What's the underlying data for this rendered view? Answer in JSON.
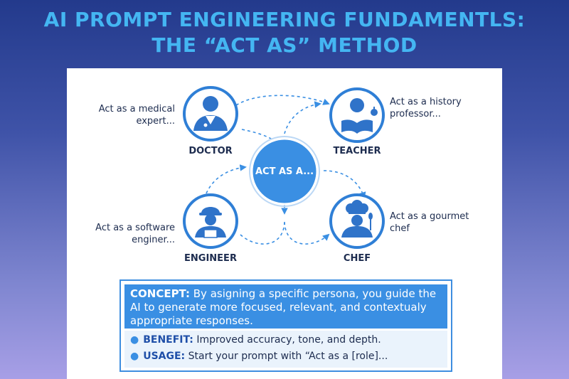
{
  "title": {
    "line1": "AI Prompt Engineering Fundamentls:",
    "line2": "The “Act As” Method"
  },
  "center": {
    "label": "Act as a..."
  },
  "roles": [
    {
      "id": "doctor",
      "label": "Doctor",
      "caption": "Act as a medical expert...",
      "icon": "doctor-icon"
    },
    {
      "id": "teacher",
      "label": "Teacher",
      "caption": "Act as a history professor...",
      "icon": "teacher-icon"
    },
    {
      "id": "engineer",
      "label": "Engineer",
      "caption": "Act as a software enginer...",
      "icon": "engineer-icon"
    },
    {
      "id": "chef",
      "label": "Chef",
      "caption": "Act as a gourmet chef",
      "icon": "chef-icon"
    }
  ],
  "concept": {
    "key": "CONCEPT:",
    "text": " By asigning a specific persona, you guide the AI to generate more focused, relevant, and contextualy appropriate responses."
  },
  "benefit": {
    "key": "BENEFIT:",
    "text": " Improved accuracy, tone, and depth."
  },
  "usage": {
    "key": "USAGE:",
    "text": " Start your prompt with “Act as a [role]..."
  },
  "colors": {
    "accent": "#3a8fe3",
    "title": "#44b6f2",
    "text": "#1d2c4f",
    "icon_fill": "#2f73c9"
  }
}
